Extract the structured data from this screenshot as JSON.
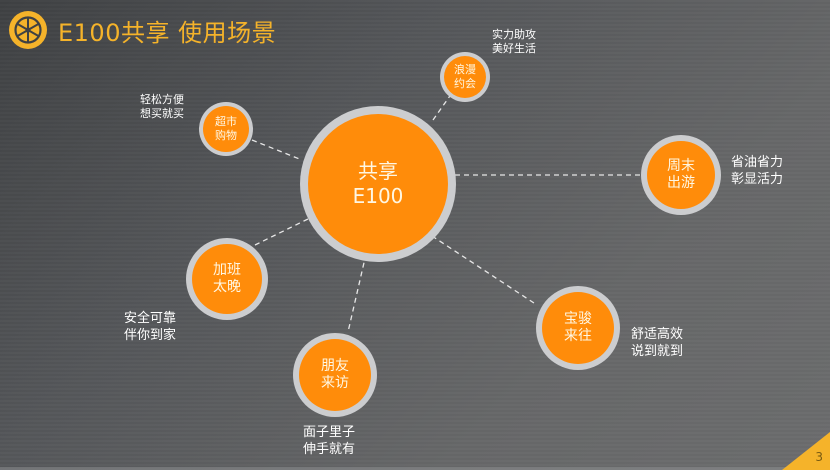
{
  "header": {
    "title": "E100共享 使用场景",
    "logo_icon": "wheel-icon",
    "accent_color": "#f5b32a"
  },
  "center": {
    "line1": "共享",
    "line2": "E100"
  },
  "nodes": [
    {
      "id": "romance",
      "line1": "浪漫",
      "line2": "约会",
      "caption1": "实力助攻",
      "caption2": "美好生活"
    },
    {
      "id": "supermarket",
      "line1": "超市",
      "line2": "购物",
      "caption1": "轻松方便",
      "caption2": "想买就买"
    },
    {
      "id": "weekend",
      "line1": "周末",
      "line2": "出游",
      "caption1": "省油省力",
      "caption2": "彰显活力"
    },
    {
      "id": "overtime",
      "line1": "加班",
      "line2": "太晚",
      "caption1": "安全可靠",
      "caption2": "伴你到家"
    },
    {
      "id": "friends",
      "line1": "朋友",
      "line2": "来访",
      "caption1": "面子里子",
      "caption2": "伸手就有"
    },
    {
      "id": "guests",
      "line1": "宝骏",
      "line2": "来往",
      "caption1": "舒适高效",
      "caption2": "说到就到"
    }
  ],
  "colors": {
    "node_fill": "#ff8c0a",
    "node_ring": "#cccdcf",
    "connector": "#e8e8e8"
  },
  "page": {
    "number": "3"
  }
}
